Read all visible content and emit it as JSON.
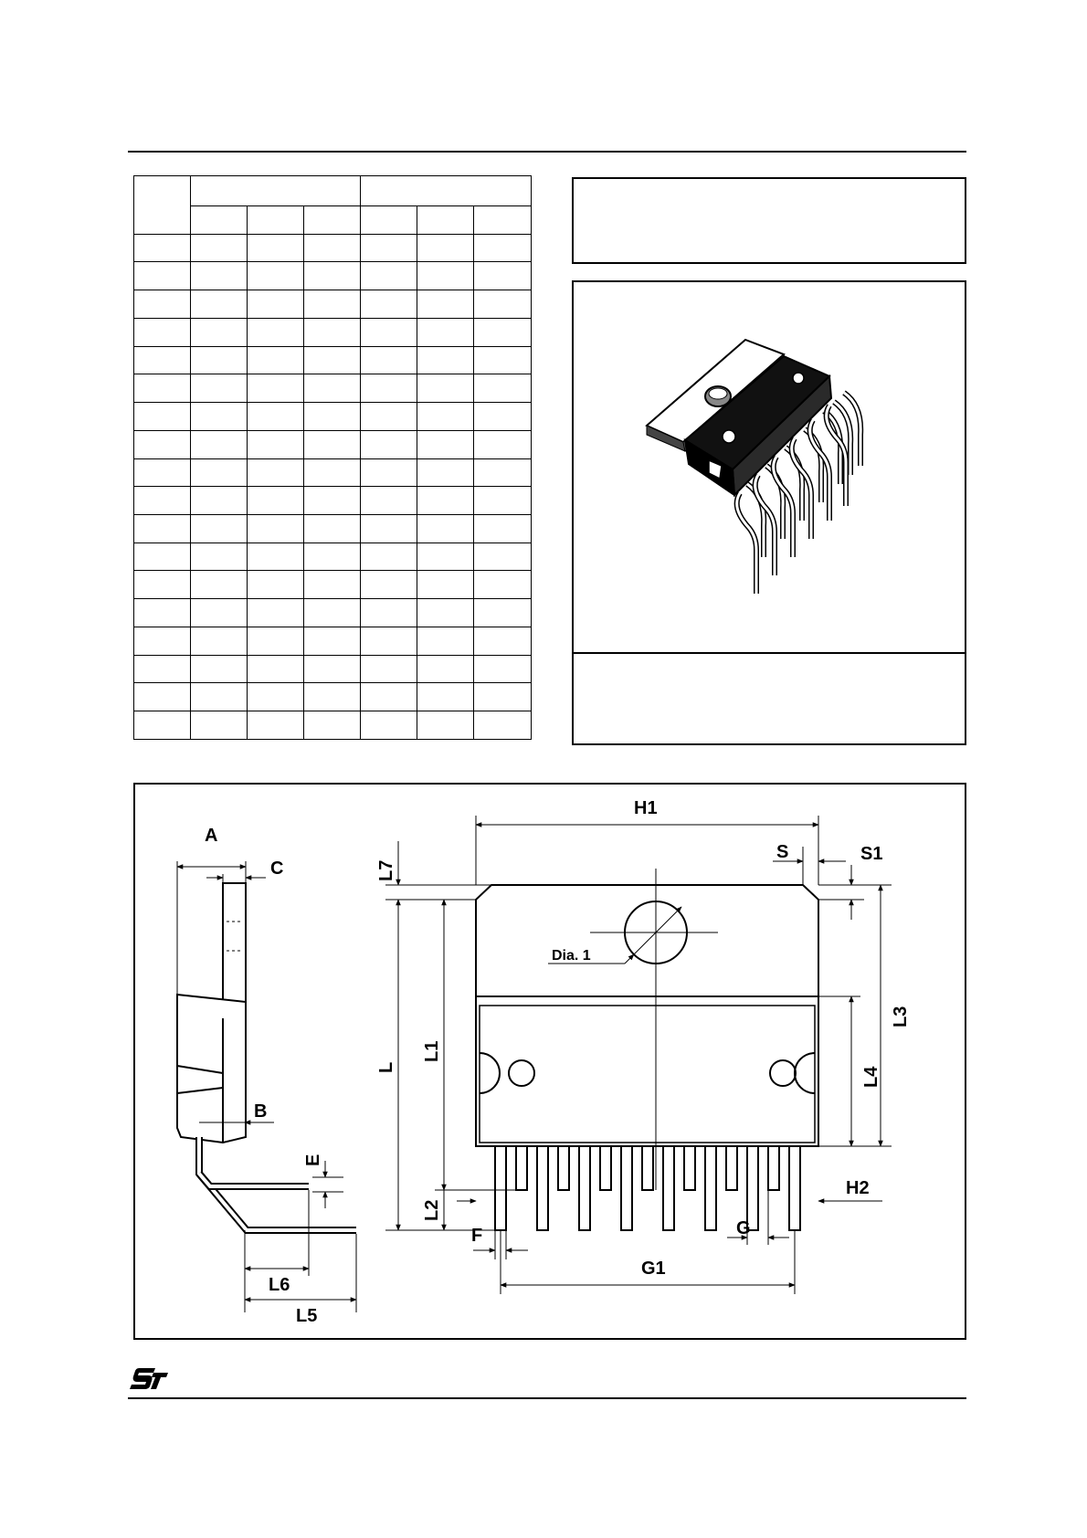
{
  "drawing": {
    "labels": {
      "A": "A",
      "C": "C",
      "B": "B",
      "E": "E",
      "L6": "L6",
      "L5": "L5",
      "H1": "H1",
      "S": "S",
      "S1": "S1",
      "L7": "L7",
      "dia1": "Dia. 1",
      "L": "L",
      "L1": "L1",
      "L2": "L2",
      "L3": "L3",
      "L4": "L4",
      "H2": "H2",
      "F": "F",
      "G": "G",
      "G1": "G1"
    }
  }
}
